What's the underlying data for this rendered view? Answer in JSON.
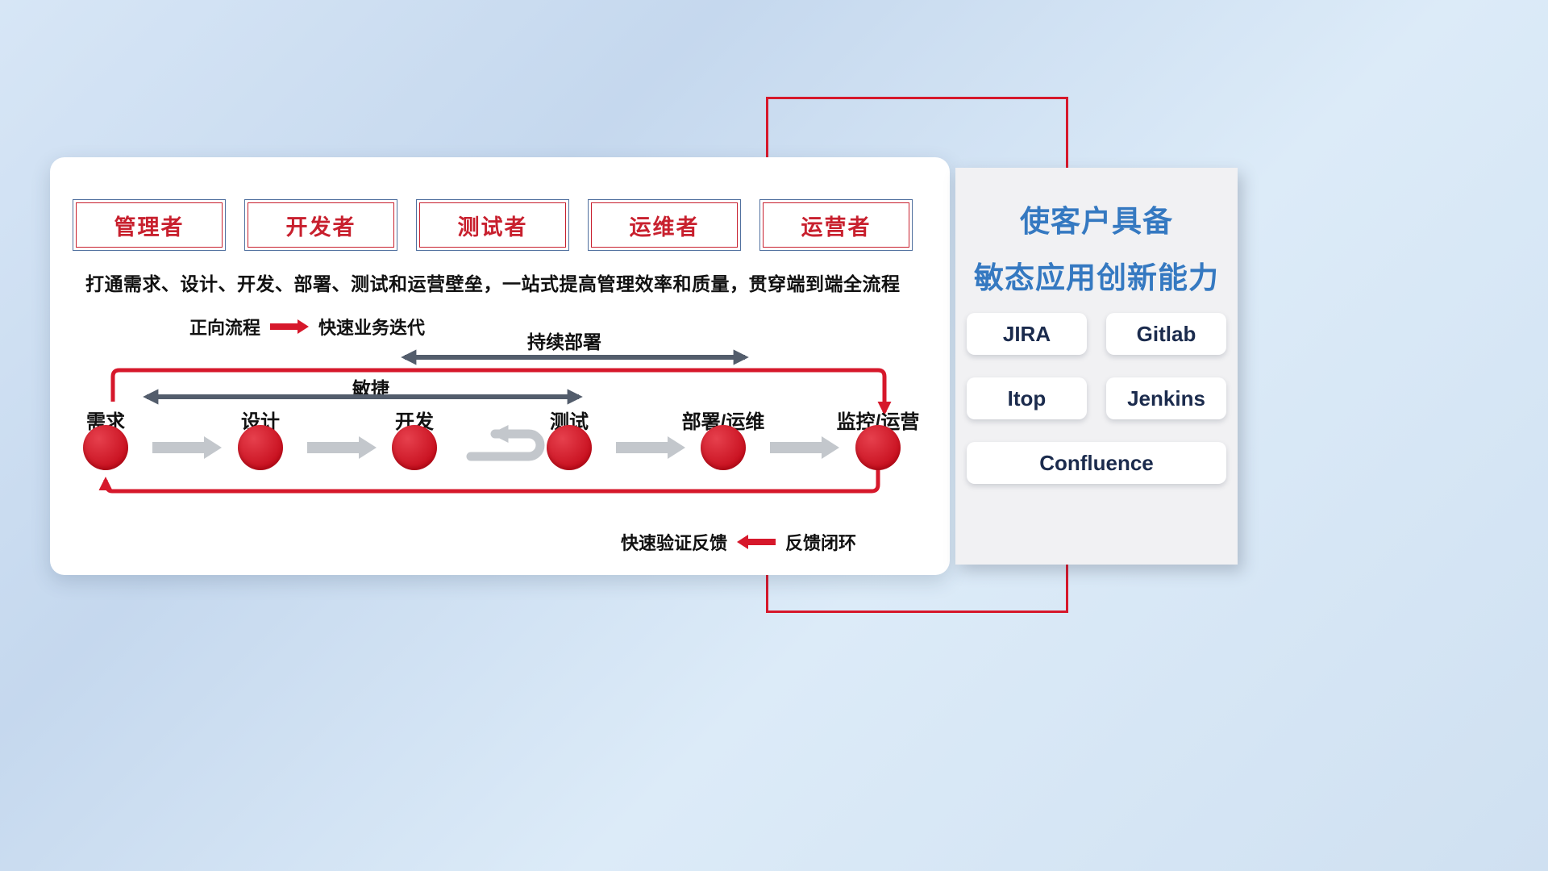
{
  "roles": [
    "管理者",
    "开发者",
    "测试者",
    "运维者",
    "运营者"
  ],
  "subtitle": "打通需求、设计、开发、部署、测试和运营壁垒，一站式提高管理效率和质量，贯穿端到端全流程",
  "legends": {
    "forward_label": "正向流程",
    "forward_desc": "快速业务迭代",
    "feedback_label": "快速验证反馈",
    "feedback_desc": "反馈闭环"
  },
  "flow": {
    "continuous_deploy_label": "持续部署",
    "agile_label": "敏捷",
    "stages": [
      "需求",
      "设计",
      "开发",
      "测试",
      "部署/运维",
      "监控/运营"
    ]
  },
  "side_panel": {
    "title_line1": "使客户具备",
    "title_line2": "敏态应用创新能力",
    "tools": [
      "JIRA",
      "Gitlab",
      "Itop",
      "Jenkins",
      "Confluence"
    ]
  },
  "colors": {
    "accent_red": "#d6182b",
    "title_blue": "#3579c1",
    "tool_text_navy": "#1b2b4d",
    "dark_arrow_gray": "#535d6c",
    "light_arrow_gray": "#c3c7cc",
    "role_border_blue": "#51719f",
    "role_text_red": "#c8202e"
  }
}
